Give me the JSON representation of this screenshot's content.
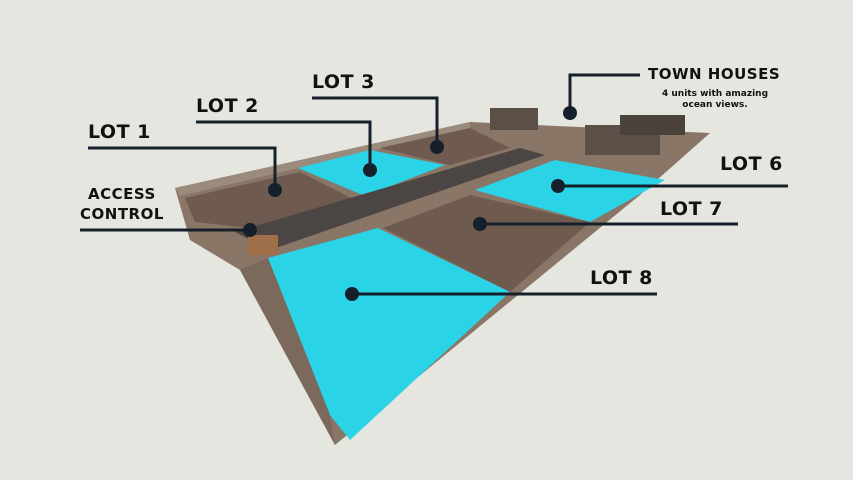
{
  "labels": {
    "lot1": "LOT 1",
    "lot2": "LOT 2",
    "lot3": "LOT 3",
    "lot6": "LOT 6",
    "lot7": "LOT 7",
    "lot8": "LOT 8",
    "access_control": [
      "ACCESS",
      "CONTROL"
    ],
    "town_houses": "TOWN HOUSES",
    "town_houses_note": [
      "4 units with amazing",
      "ocean views."
    ]
  },
  "colors": {
    "background": "#e6e6e0",
    "lot_available": "#2ad3e6",
    "lot_earth": "#6e5a4e",
    "line": "#16202b"
  }
}
